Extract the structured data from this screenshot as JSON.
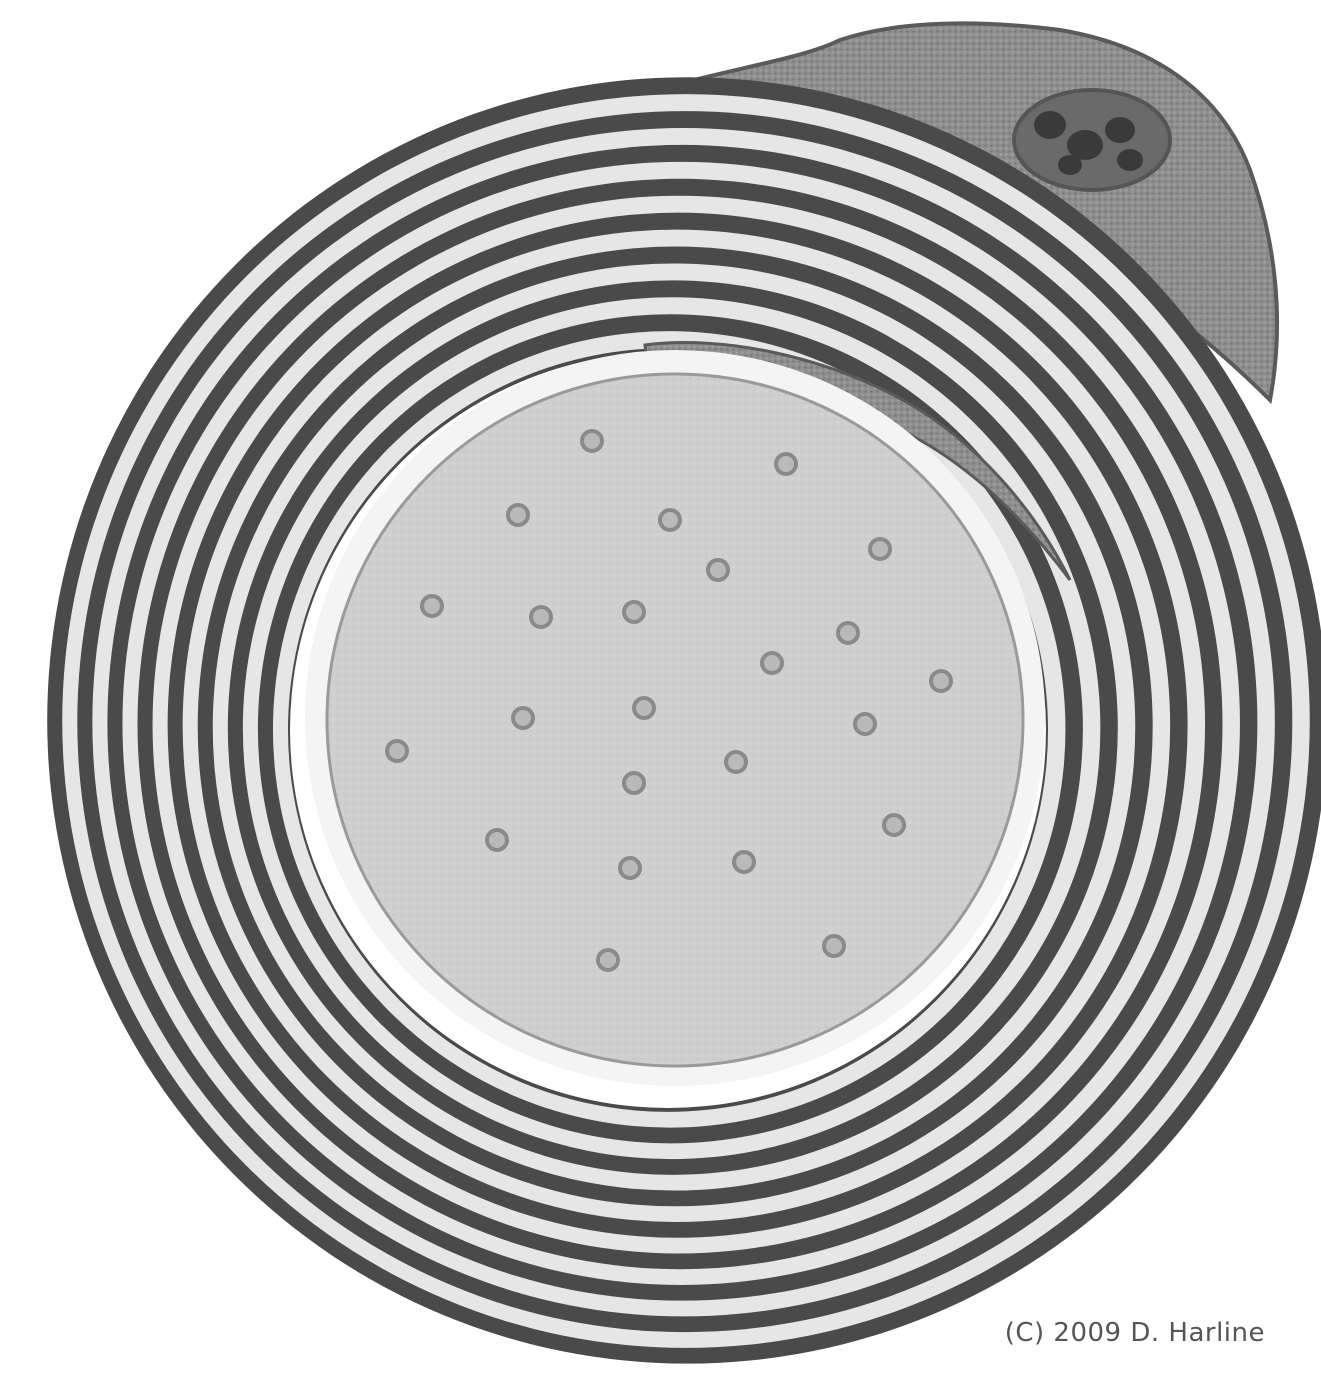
{
  "figure": {
    "subject": "schwann-cell-myelin-sheath",
    "copyright": "(C) 2009 D. Harline",
    "colors": {
      "background": "#ffffff",
      "lamella_dark": "#4a4a4a",
      "lamella_light": "#e6e6e6",
      "cytoplasm": "#8e8e8e",
      "axon": "#cfcfcf",
      "nucleus_dark": "#3a3a3a",
      "organelle": "#8a8a8a"
    },
    "lamella_count": 16,
    "organelle_count": 29
  }
}
